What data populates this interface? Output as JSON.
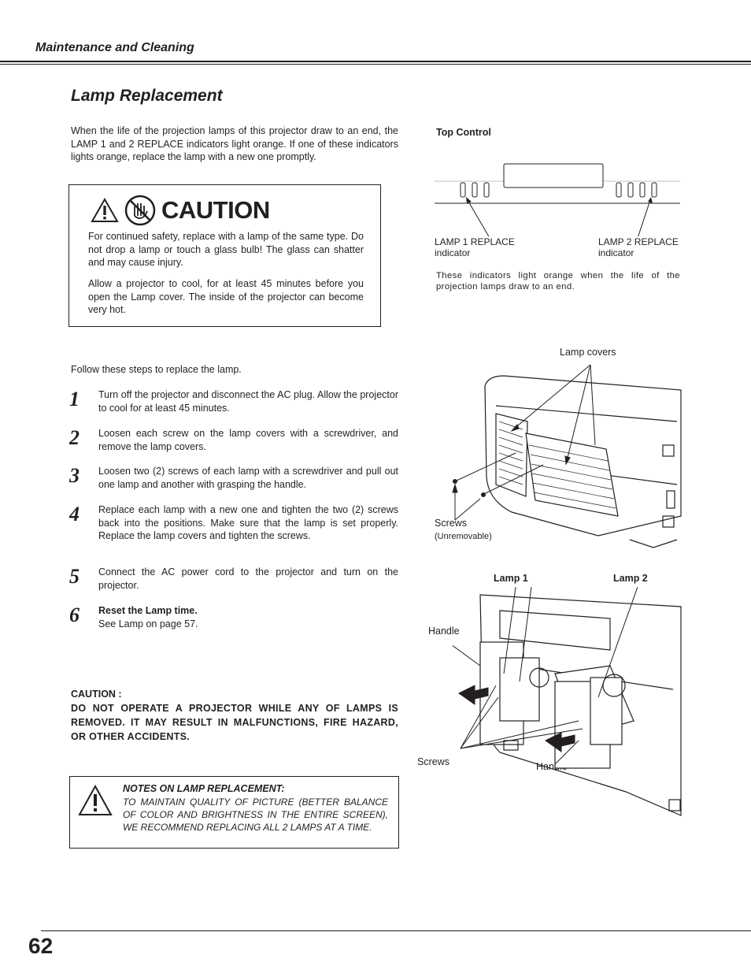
{
  "header": {
    "section": "Maintenance and Cleaning"
  },
  "title": "Lamp Replacement",
  "intro": "When the life of the projection lamps of this projector draw to an end, the LAMP 1 and 2 REPLACE indicators light orange. If one of these indicators lights orange, replace the lamp with a new one promptly.",
  "caution": {
    "heading": "CAUTION",
    "paragraph1": "For continued safety, replace with a lamp of the same type.  Do not drop a lamp or touch a glass bulb! The glass can shatter and may cause injury.",
    "paragraph2": "Allow a projector to cool, for at least 45 minutes before you open the Lamp cover. The inside of the projector can become very hot."
  },
  "top_control": {
    "label": "Top Control",
    "lamp1_label": "LAMP 1 REPLACE",
    "lamp2_label": "LAMP 2 REPLACE",
    "indicator_word": "indicator",
    "note": "These indicators light orange when the life of the projection lamps draw to an end."
  },
  "follow": "Follow these steps to replace the lamp.",
  "steps": [
    {
      "num": "1",
      "text": "Turn off the projector and disconnect the AC plug. Allow the projector to cool for at least 45 minutes."
    },
    {
      "num": "2",
      "text": "Loosen each screw on the lamp covers with a screwdriver, and remove the lamp covers."
    },
    {
      "num": "3",
      "text": "Loosen two (2) screws of each lamp with a screwdriver and pull out one lamp and another with grasping the handle."
    },
    {
      "num": "4",
      "text": "Replace each lamp with a new one and tighten the  two (2) screws back into the positions. Make sure that the lamp is set properly. Replace the lamp covers and tighten the screws."
    },
    {
      "num": "5",
      "text": "Connect the AC power cord to the projector and turn on the projector."
    },
    {
      "num": "6",
      "title": "Reset the Lamp time.",
      "text": "See Lamp on page 57."
    }
  ],
  "warning": {
    "label": "CAUTION :",
    "body": "DO NOT OPERATE A PROJECTOR WHILE ANY OF LAMPS IS REMOVED. IT MAY RESULT IN MALFUNCTIONS, FIRE HAZARD, OR OTHER ACCIDENTS."
  },
  "notes": {
    "title": "NOTES ON LAMP REPLACEMENT:",
    "body": "TO MAINTAIN QUALITY OF PICTURE (BETTER BALANCE OF COLOR AND BRIGHTNESS IN THE ENTIRE SCREEN), WE RECOMMEND REPLACING ALL 2 LAMPS AT A TIME."
  },
  "diagram1": {
    "lamp_covers": "Lamp covers",
    "screws": "Screws",
    "unremovable": "(Unremovable)"
  },
  "diagram2": {
    "lamp1": "Lamp 1",
    "lamp2": "Lamp 2",
    "handle": "Handle",
    "screws": "Screws"
  },
  "page_number": "62"
}
